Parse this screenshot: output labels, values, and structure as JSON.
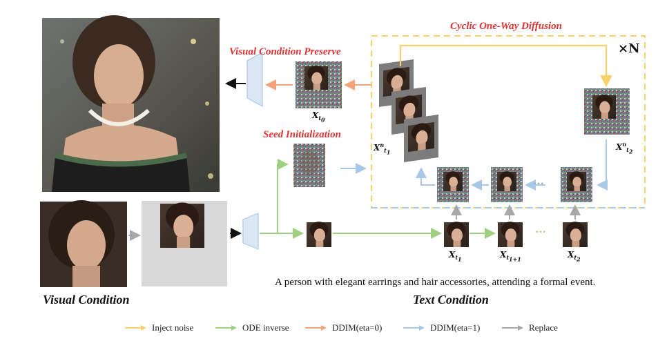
{
  "titles": {
    "cyclic": "Cyclic One-Way Diffusion",
    "visual_preserve": "Visual Condition Preserve",
    "seed_init": "Seed Initialization",
    "times_n": "×N"
  },
  "math_labels": {
    "x_t0_base": "X",
    "x_t0_sub": "t",
    "x_t0_subsub": "0",
    "x_t1n_base": "X",
    "x_t1n_sup": "n",
    "x_t1n_sub": "t",
    "x_t1n_subsub": "1",
    "x_t2n_base": "X",
    "x_t2n_sup": "n",
    "x_t2n_sub": "t",
    "x_t2n_subsub": "2",
    "x_t1_base": "X",
    "x_t1_sub": "t",
    "x_t1_subsub": "1",
    "x_t11_base": "X",
    "x_t11_sub": "t",
    "x_t11_subsub": "1+1",
    "x_t2_base": "X",
    "x_t2_sub": "t",
    "x_t2_subsub": "2"
  },
  "captions": {
    "visual_condition": "Visual Condition",
    "text_condition": "Text Condition",
    "text_prompt": "A person with elegant earrings and hair accessories, attending a formal event."
  },
  "ellipses": {
    "blue": "···",
    "green": "···"
  },
  "legend": [
    {
      "label": "Inject noise",
      "color": "#f7d26b"
    },
    {
      "label": "ODE inverse",
      "color": "#9fd07f"
    },
    {
      "label": "DDIM(eta=0)",
      "color": "#f2a37a"
    },
    {
      "label": "DDIM(eta=1)",
      "color": "#a9c8e8"
    },
    {
      "label": "Replace",
      "color": "#a8a8a8"
    }
  ],
  "colors": {
    "yellow": "#f7d26b",
    "green": "#9fd07f",
    "orange": "#f2a37a",
    "blue": "#a9c8e8",
    "gray": "#a8a8a8",
    "red_title": "#e03232"
  }
}
